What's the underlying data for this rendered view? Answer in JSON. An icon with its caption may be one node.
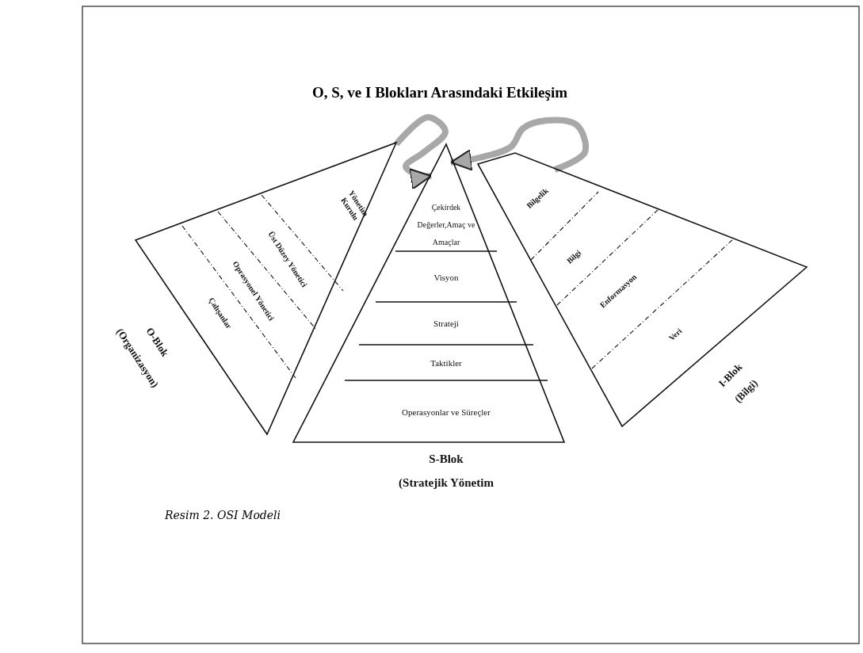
{
  "diagram": {
    "title": "O, S, ve  I Blokları Arasındaki Etkileşim",
    "caption": "Resim 2. OSI Modeli",
    "nodes": [
      {
        "text": [
          "Yönetim Kurulu",
          "Üst Düzey Yönetici",
          "Oprasyonel Yönetici",
          "Çalışanlar"
        ],
        "beside": [
          "O-Blok",
          "(Organizasyon)"
        ]
      },
      {
        "text": [
          "Çekirdek Değerler,Amaç ve Amaçlar",
          "Visyon",
          "Strateji",
          "Taktikler",
          "Operasyonlar ve Süreçler"
        ],
        "beside": [
          "S-Blok",
          "(Stratejik Yönetim"
        ]
      },
      {
        "text": [
          "Bilgelik",
          "Bilgi",
          "Enformasyon",
          "Veri"
        ],
        "beside": [
          "I-Blok",
          "(Bilgi)"
        ]
      }
    ],
    "edges": [
      {
        "from": 0,
        "to": 1,
        "arrow": "to"
      },
      {
        "from": 2,
        "to": 1,
        "arrow": "to"
      }
    ]
  }
}
